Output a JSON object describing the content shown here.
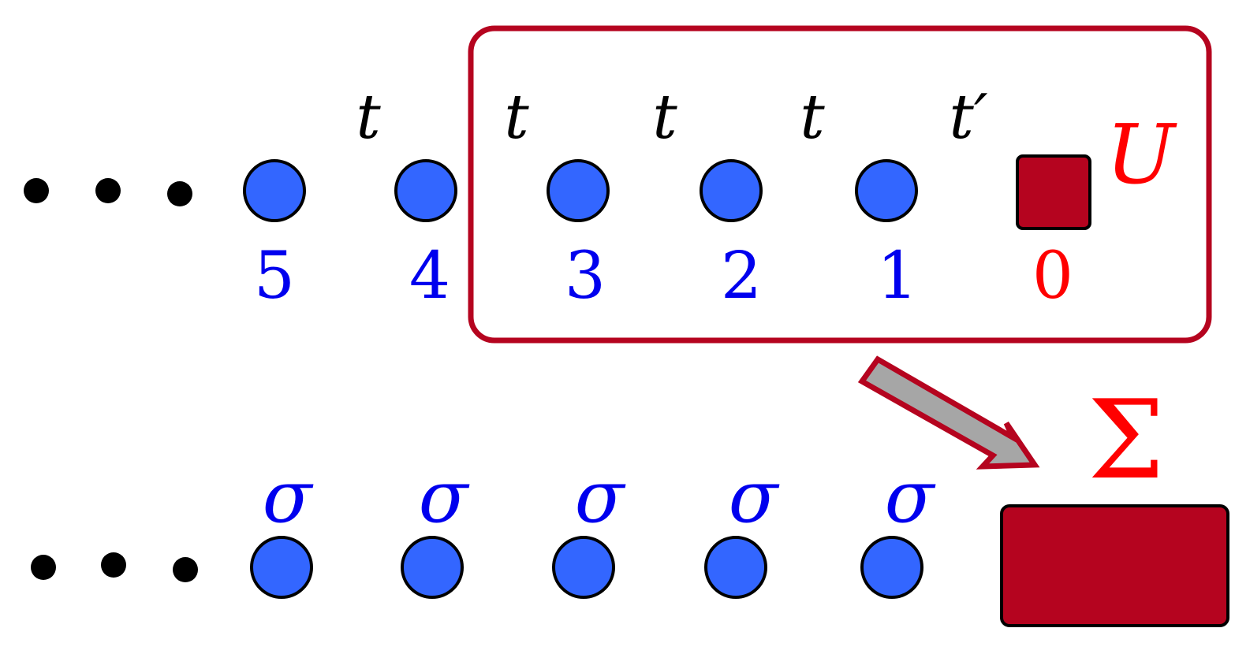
{
  "colors": {
    "site_fill": "#3366ff",
    "site_stroke": "#000000",
    "impurity_fill": "#b5041f",
    "frame_stroke": "#b5041f",
    "label_blue": "#0000ee",
    "label_red": "#ff0000",
    "arrow_fill": "#a6a6a6",
    "arrow_stroke": "#b5041f",
    "dot_fill": "#000000"
  },
  "top_chain": {
    "ellipsis": [
      "•",
      "•",
      "•"
    ],
    "hoppings": [
      "t",
      "t",
      "t",
      "t",
      "t′"
    ],
    "site_labels": [
      "5",
      "4",
      "3",
      "2",
      "1"
    ],
    "impurity_label": "0",
    "impurity_name": "U"
  },
  "bottom_chain": {
    "ellipsis": [
      "•",
      "•",
      "•"
    ],
    "self_energies": [
      "σ",
      "σ",
      "σ",
      "σ",
      "σ"
    ],
    "boundary_name": "Σ"
  }
}
